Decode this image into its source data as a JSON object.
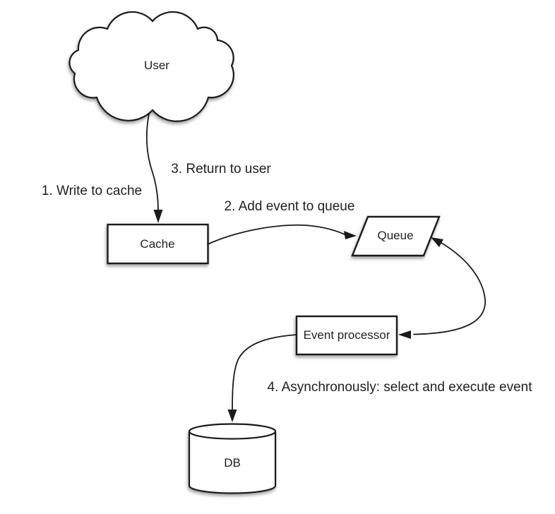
{
  "diagram": {
    "colors": {
      "background": "#ffffff",
      "shape_fill": "#ffffff",
      "stroke": "#1a1a1a",
      "text": "#1f1f1f"
    },
    "nodes": [
      {
        "id": "user",
        "shape": "cloud",
        "label": "User"
      },
      {
        "id": "cache",
        "shape": "rectangle",
        "label": "Cache"
      },
      {
        "id": "queue",
        "shape": "parallelogram",
        "label": "Queue"
      },
      {
        "id": "event_processor",
        "shape": "rectangle",
        "label": "Event processor"
      },
      {
        "id": "db",
        "shape": "cylinder",
        "label": "DB"
      }
    ],
    "steps": [
      {
        "text": "1. Write to cache"
      },
      {
        "text": "2. Add event to queue"
      },
      {
        "text": "3. Return to user"
      },
      {
        "text": "4. Asynchronously: select and execute event"
      }
    ],
    "edges": [
      {
        "from": "user",
        "to": "cache",
        "bidirectional": false
      },
      {
        "from": "cache",
        "to": "queue",
        "bidirectional": false
      },
      {
        "from": "queue",
        "to": "event_processor",
        "bidirectional": true
      },
      {
        "from": "event_processor",
        "to": "db",
        "bidirectional": false
      }
    ]
  }
}
